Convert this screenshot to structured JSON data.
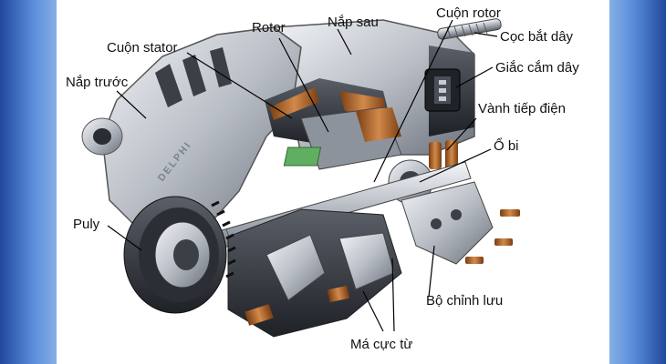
{
  "labels": {
    "nap_sau": "Nắp sau",
    "cuon_rotor": "Cuộn rotor",
    "rotor": "Rotor",
    "coc_bat_day": "Cọc bắt dây",
    "cuon_stator": "Cuộn stator",
    "giac_cam_day": "Giắc cắm dây",
    "nap_truoc": "Nắp trước",
    "vanh_tiep_dien": "Vành tiếp điện",
    "o_bi": "Ổ bi",
    "puly": "Puly",
    "bo_chinh_luu": "Bộ chỉnh lưu",
    "ma_cuc_tu": "Má cực từ"
  },
  "brand_text": "DELPHI",
  "colors": {
    "background_blue": "#3f78cf",
    "panel": "#ffffff",
    "metal_light": "#d9dde3",
    "metal_mid": "#9aa1ab",
    "metal_dark": "#3b3f46",
    "copper": "#b66a2e",
    "green_part": "#5fae62"
  }
}
